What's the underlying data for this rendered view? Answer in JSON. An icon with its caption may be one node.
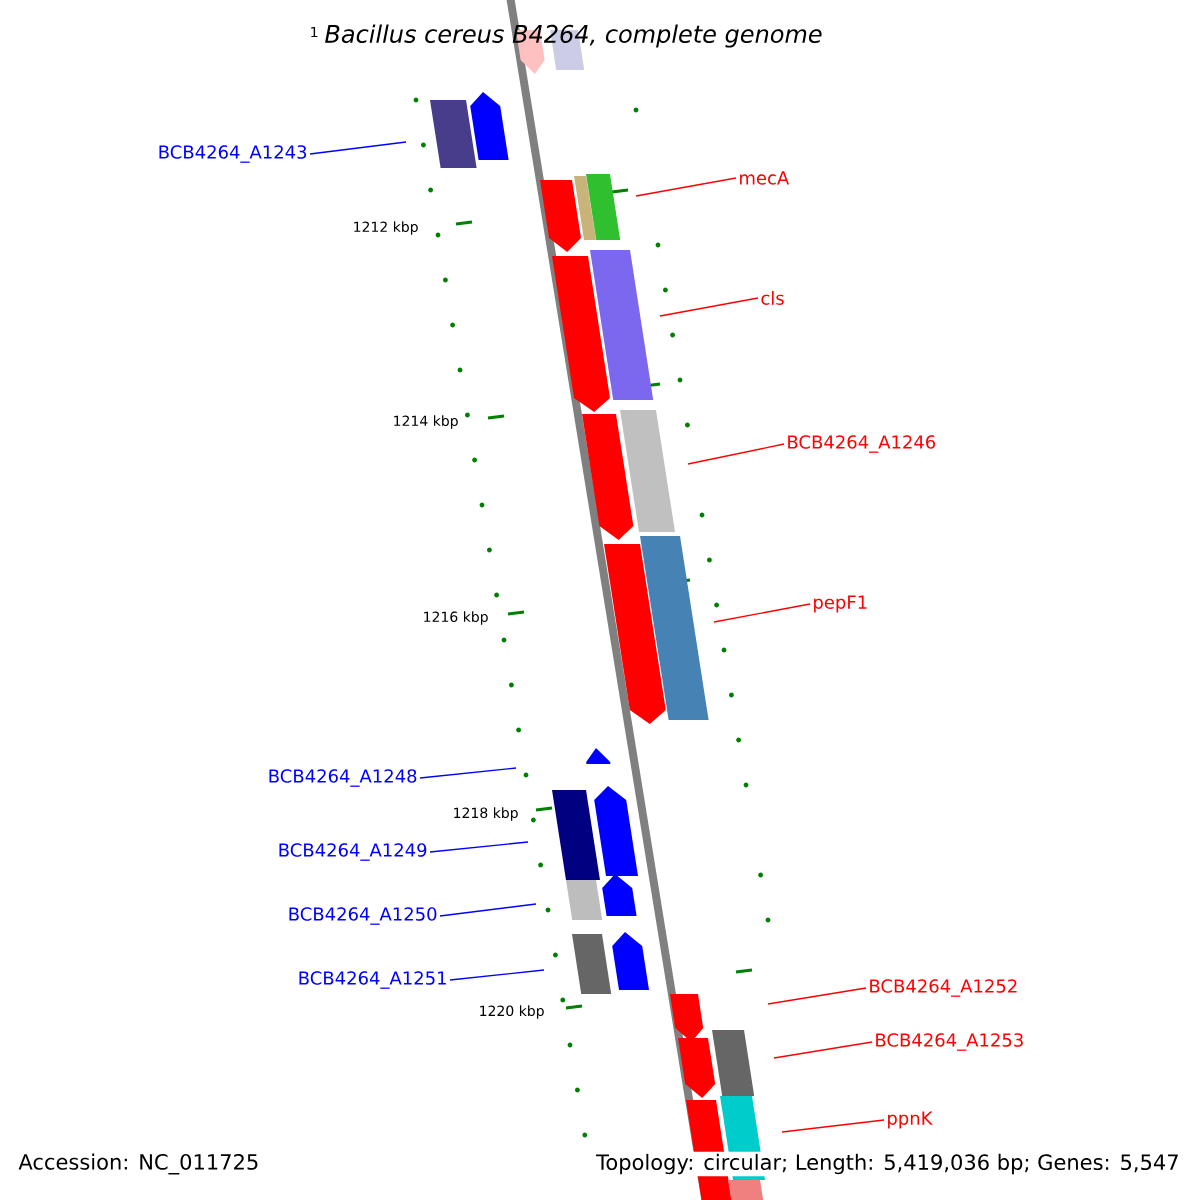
{
  "diagram": {
    "title": "Bacillus cereus B4264, complete genome",
    "nodes": [
      {
        "text": [
          "BCB4264_A1243"
        ]
      },
      {
        "text": [
          "mecA"
        ]
      },
      {
        "text": [
          "cls"
        ]
      },
      {
        "text": [
          "BCB4264_A1246"
        ]
      },
      {
        "text": [
          "pepF1"
        ]
      },
      {
        "text": [
          "BCB4264_A1248"
        ]
      },
      {
        "text": [
          "BCB4264_A1249"
        ]
      },
      {
        "text": [
          "BCB4264_A1250"
        ]
      },
      {
        "text": [
          "BCB4264_A1251"
        ]
      },
      {
        "text": [
          "BCB4264_A1252"
        ]
      },
      {
        "text": [
          "BCB4264_A1253"
        ]
      },
      {
        "text": [
          "ppnK"
        ]
      }
    ],
    "edges": [
      {
        "from": 0,
        "to": null,
        "arrow": "none",
        "color": "#0000ff"
      },
      {
        "from": 1,
        "to": null,
        "arrow": "none"
      },
      {
        "from": 2,
        "to": null,
        "arrow": "none"
      },
      {
        "from": 3,
        "to": null,
        "arrow": "none"
      },
      {
        "from": 4,
        "to": null,
        "arrow": "none"
      },
      {
        "from": 5,
        "to": null,
        "arrow": "none",
        "color": "#0000ff"
      },
      {
        "from": 6,
        "to": null,
        "arrow": "none",
        "color": "#0000ff"
      },
      {
        "from": 7,
        "to": null,
        "arrow": "none",
        "color": "#0000ff"
      },
      {
        "from": 8,
        "to": null,
        "arrow": "none",
        "color": "#0000ff"
      },
      {
        "from": 9,
        "to": null,
        "arrow": "none"
      },
      {
        "from": 10,
        "to": null,
        "arrow": "none"
      },
      {
        "from": 11,
        "to": null,
        "arrow": "none"
      }
    ],
    "labels": [
      "1",
      "1212 kbp",
      "1214 kbp",
      "1216 kbp",
      "1218 kbp",
      "1220 kbp",
      "Accession: NC_011725",
      "Topology: circular; Length: 5,419,036 bp; Genes: 5,547"
    ]
  }
}
